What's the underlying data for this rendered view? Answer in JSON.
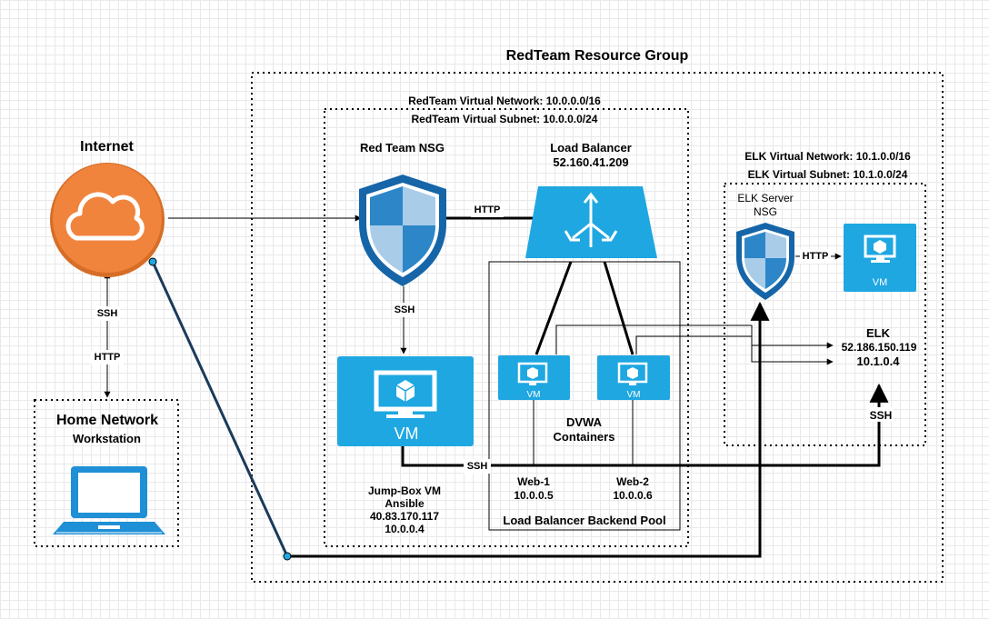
{
  "resource_group": {
    "title": "RedTeam Resource Group"
  },
  "internet": {
    "label": "Internet"
  },
  "home": {
    "title": "Home Network",
    "subtitle": "Workstation"
  },
  "vnet": {
    "network": "RedTeam Virtual Network: 10.0.0.0/16",
    "subnet": "RedTeam Virtual Subnet: 10.0.0.0/24"
  },
  "nsg": {
    "label": "Red Team NSG"
  },
  "lb": {
    "title": "Load Balancer",
    "ip": "52.160.41.209",
    "pool": "Load Balancer Backend Pool"
  },
  "jumpbox": {
    "vm": "VM",
    "line1": "Jump-Box VM",
    "line2": "Ansible",
    "ip_public": "40.83.170.117",
    "ip_private": "10.0.0.4"
  },
  "web1": {
    "vm": "VM",
    "name": "Web-1",
    "ip": "10.0.0.5"
  },
  "web2": {
    "vm": "VM",
    "name": "Web-2",
    "ip": "10.0.0.6"
  },
  "dvwa": {
    "line1": "DVWA",
    "line2": "Containers"
  },
  "elk_net": {
    "network": "ELK Virtual Network: 10.1.0.0/16",
    "subnet": "ELK Virtual Subnet: 10.1.0.0/24"
  },
  "elk_nsg": {
    "line1": "ELK Server",
    "line2": "NSG"
  },
  "elk_vm": {
    "vm": "VM"
  },
  "elk": {
    "name": "ELK",
    "ip_public": "52.186.150.119",
    "ip_private": "10.1.0.4"
  },
  "edges": {
    "nsg_lb": "HTTP",
    "nsg_jump": "SSH",
    "home_ssh": "SSH",
    "home_http": "HTTP",
    "jump_ssh": "SSH",
    "elk_ssh": "SSH",
    "elk_http": "HTTP"
  },
  "colors": {
    "azure": "#1ea7e1",
    "shield_dark": "#1565a8",
    "internet": "#f0843c",
    "laptop": "#1f8fd6"
  }
}
